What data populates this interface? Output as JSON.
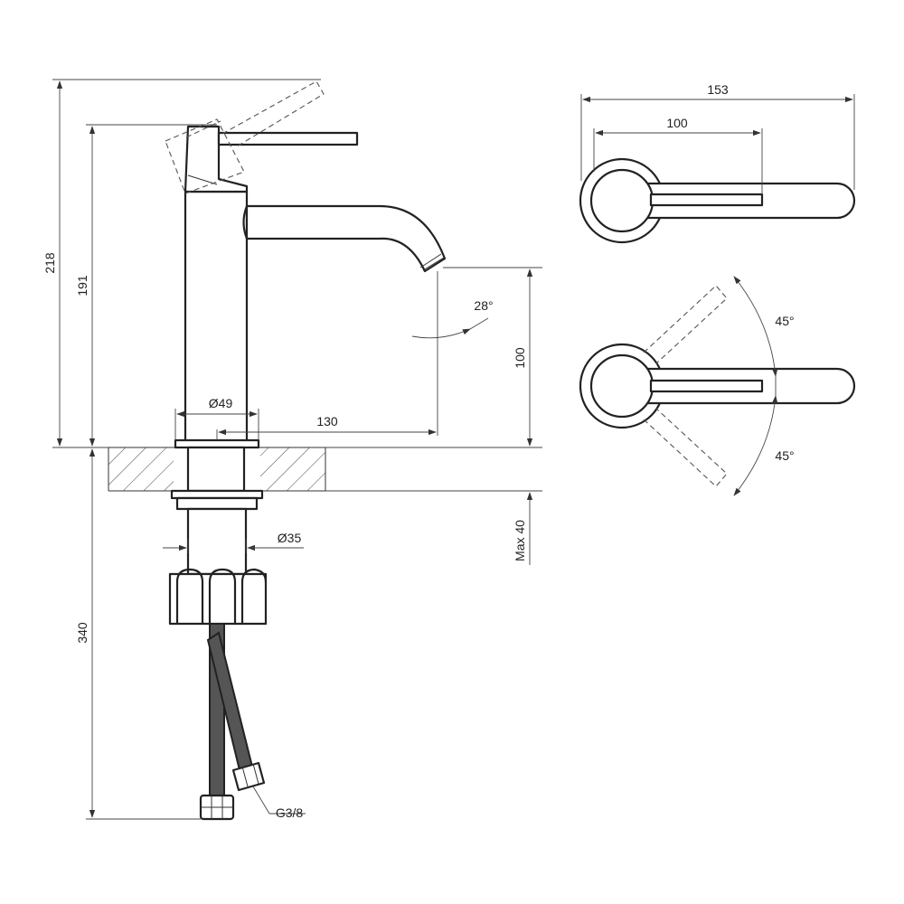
{
  "dimensions": {
    "overall_height": "218",
    "body_height": "191",
    "base_diameter": "Ø49",
    "spout_reach": "130",
    "spout_clearance": "100",
    "spout_angle": "28°",
    "shank_diameter": "Ø35",
    "max_deck_thickness": "Max 40",
    "hose_length": "340",
    "thread": "G3/8",
    "top_total_length": "153",
    "top_handle_length": "100",
    "handle_rotation_up": "45°",
    "handle_rotation_down": "45°"
  },
  "colors": {
    "line": "#222222",
    "background": "#ffffff"
  }
}
